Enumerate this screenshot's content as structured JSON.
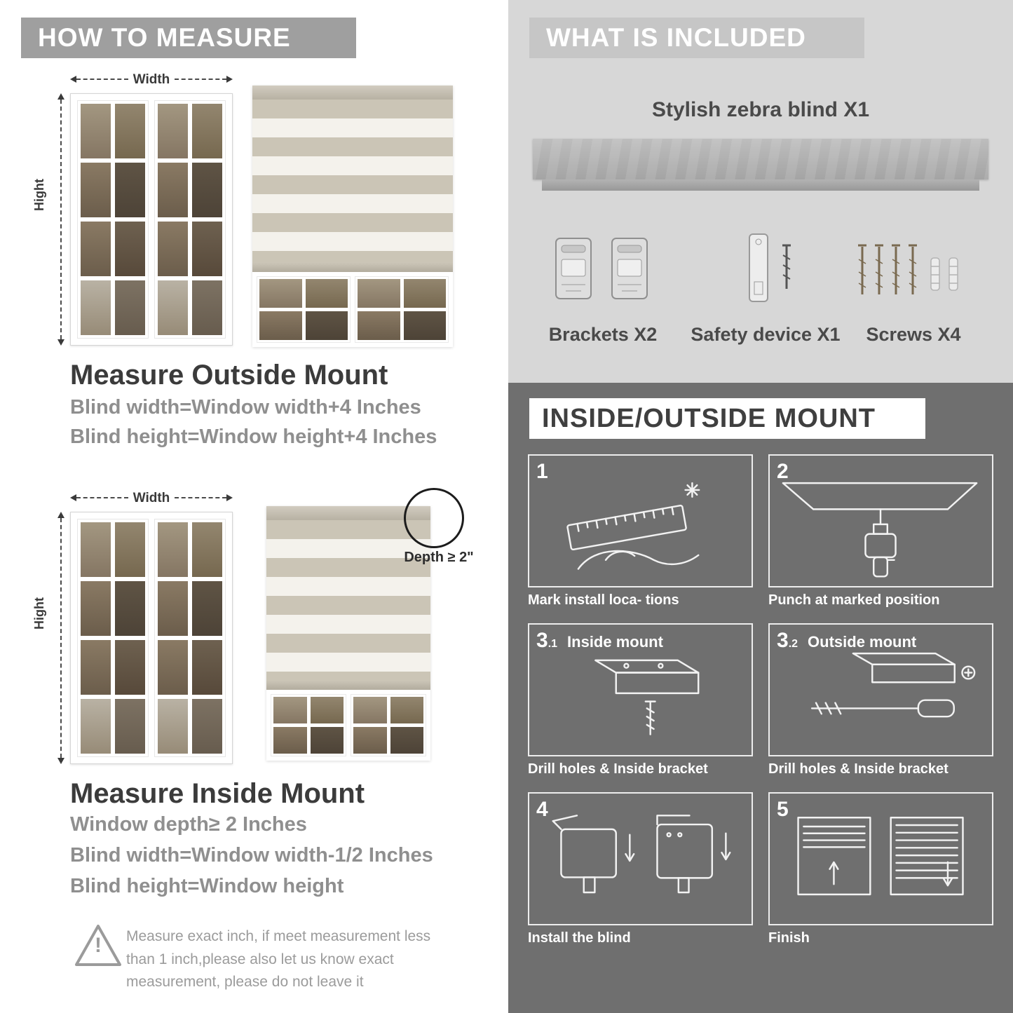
{
  "page": {
    "left": {
      "header": "HOW TO MEASURE",
      "width_label": "Width",
      "height_label": "Hight",
      "outside": {
        "title": "Measure Outside Mount",
        "line1": "Blind width=Window width+4 Inches",
        "line2": "Blind height=Window height+4 Inches"
      },
      "inside": {
        "title": "Measure Inside Mount",
        "depth_label": "Depth ≥ 2\"",
        "line1": "Window depth≥ 2 Inches",
        "line2": "Blind width=Window width-1/2 Inches",
        "line3": "Blind height=Window height"
      },
      "note": {
        "mark": "!",
        "text": "Measure exact inch, if meet measurement less than 1 inch,please also let us know exact measurement, please do not leave it"
      }
    },
    "right": {
      "included": {
        "header": "WHAT IS INCLUDED",
        "product": "Stylish zebra blind X1",
        "bracket_label": "Brackets X2",
        "safety_label": "Safety device X1",
        "screws_label": "Screws X4"
      },
      "mount": {
        "header": "INSIDE/OUTSIDE MOUNT",
        "steps": [
          {
            "num": "1",
            "sub": "",
            "title": "",
            "caption": "Mark install loca- tions"
          },
          {
            "num": "2",
            "sub": "",
            "title": "",
            "caption": "Punch at  marked position"
          },
          {
            "num": "3",
            "sub": ".1",
            "title": "Inside mount",
            "caption": "Drill holes &  Inside bracket"
          },
          {
            "num": "3",
            "sub": ".2",
            "title": "Outside mount",
            "caption": "Drill holes &  Inside bracket"
          },
          {
            "num": "4",
            "sub": "",
            "title": "",
            "caption": "Install the blind"
          },
          {
            "num": "5",
            "sub": "",
            "title": "",
            "caption": "Finish"
          }
        ]
      }
    },
    "colors": {
      "left_header_bg": "#9f9f9f",
      "included_panel_bg": "#d7d7d7",
      "included_header_bg": "#c6c6c6",
      "mount_panel_bg": "#6f6f6f",
      "stripe_tan": "#cbc5b6",
      "stripe_light": "#f4f2ec"
    }
  }
}
